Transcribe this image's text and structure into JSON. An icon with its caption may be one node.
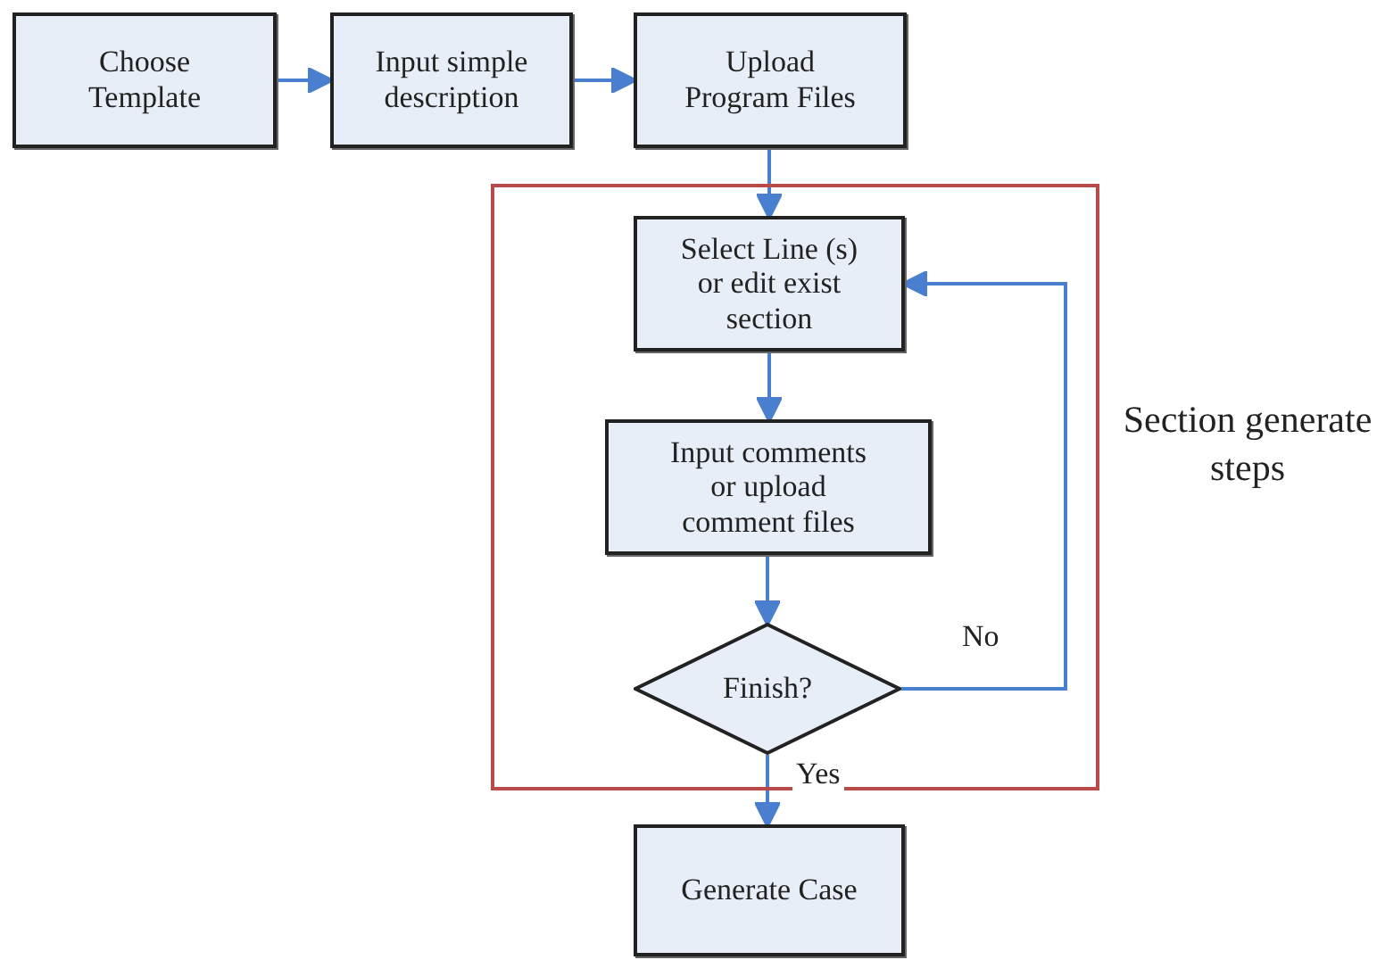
{
  "diagram": {
    "nodes": [
      {
        "text": [
          "Choose Template"
        ]
      },
      {
        "text": [
          "Input simple description"
        ]
      },
      {
        "text": [
          "Upload Program Files"
        ]
      },
      {
        "text": [
          "Section generate steps"
        ]
      },
      {
        "text": [
          "Select  Line (s) or edit exist section"
        ],
        "in": 3
      },
      {
        "text": [
          "Input comments or upload comment files"
        ],
        "in": 3
      },
      {
        "text": [
          "Finish?"
        ],
        "in": 3
      },
      {
        "text": [
          "Generate Case"
        ]
      }
    ],
    "edges": [
      {
        "from": 0,
        "to": 1,
        "arrow": "to"
      },
      {
        "from": 1,
        "to": 2,
        "arrow": "to"
      },
      {
        "from": 2,
        "to": 4,
        "arrow": "to"
      },
      {
        "from": 4,
        "to": 5,
        "arrow": "to"
      },
      {
        "from": 5,
        "to": 6,
        "arrow": "to"
      },
      {
        "from": 6,
        "to": 4,
        "arrow": "to",
        "label": "No"
      },
      {
        "from": 6,
        "to": 7,
        "arrow": "to",
        "label": "Yes"
      }
    ]
  }
}
